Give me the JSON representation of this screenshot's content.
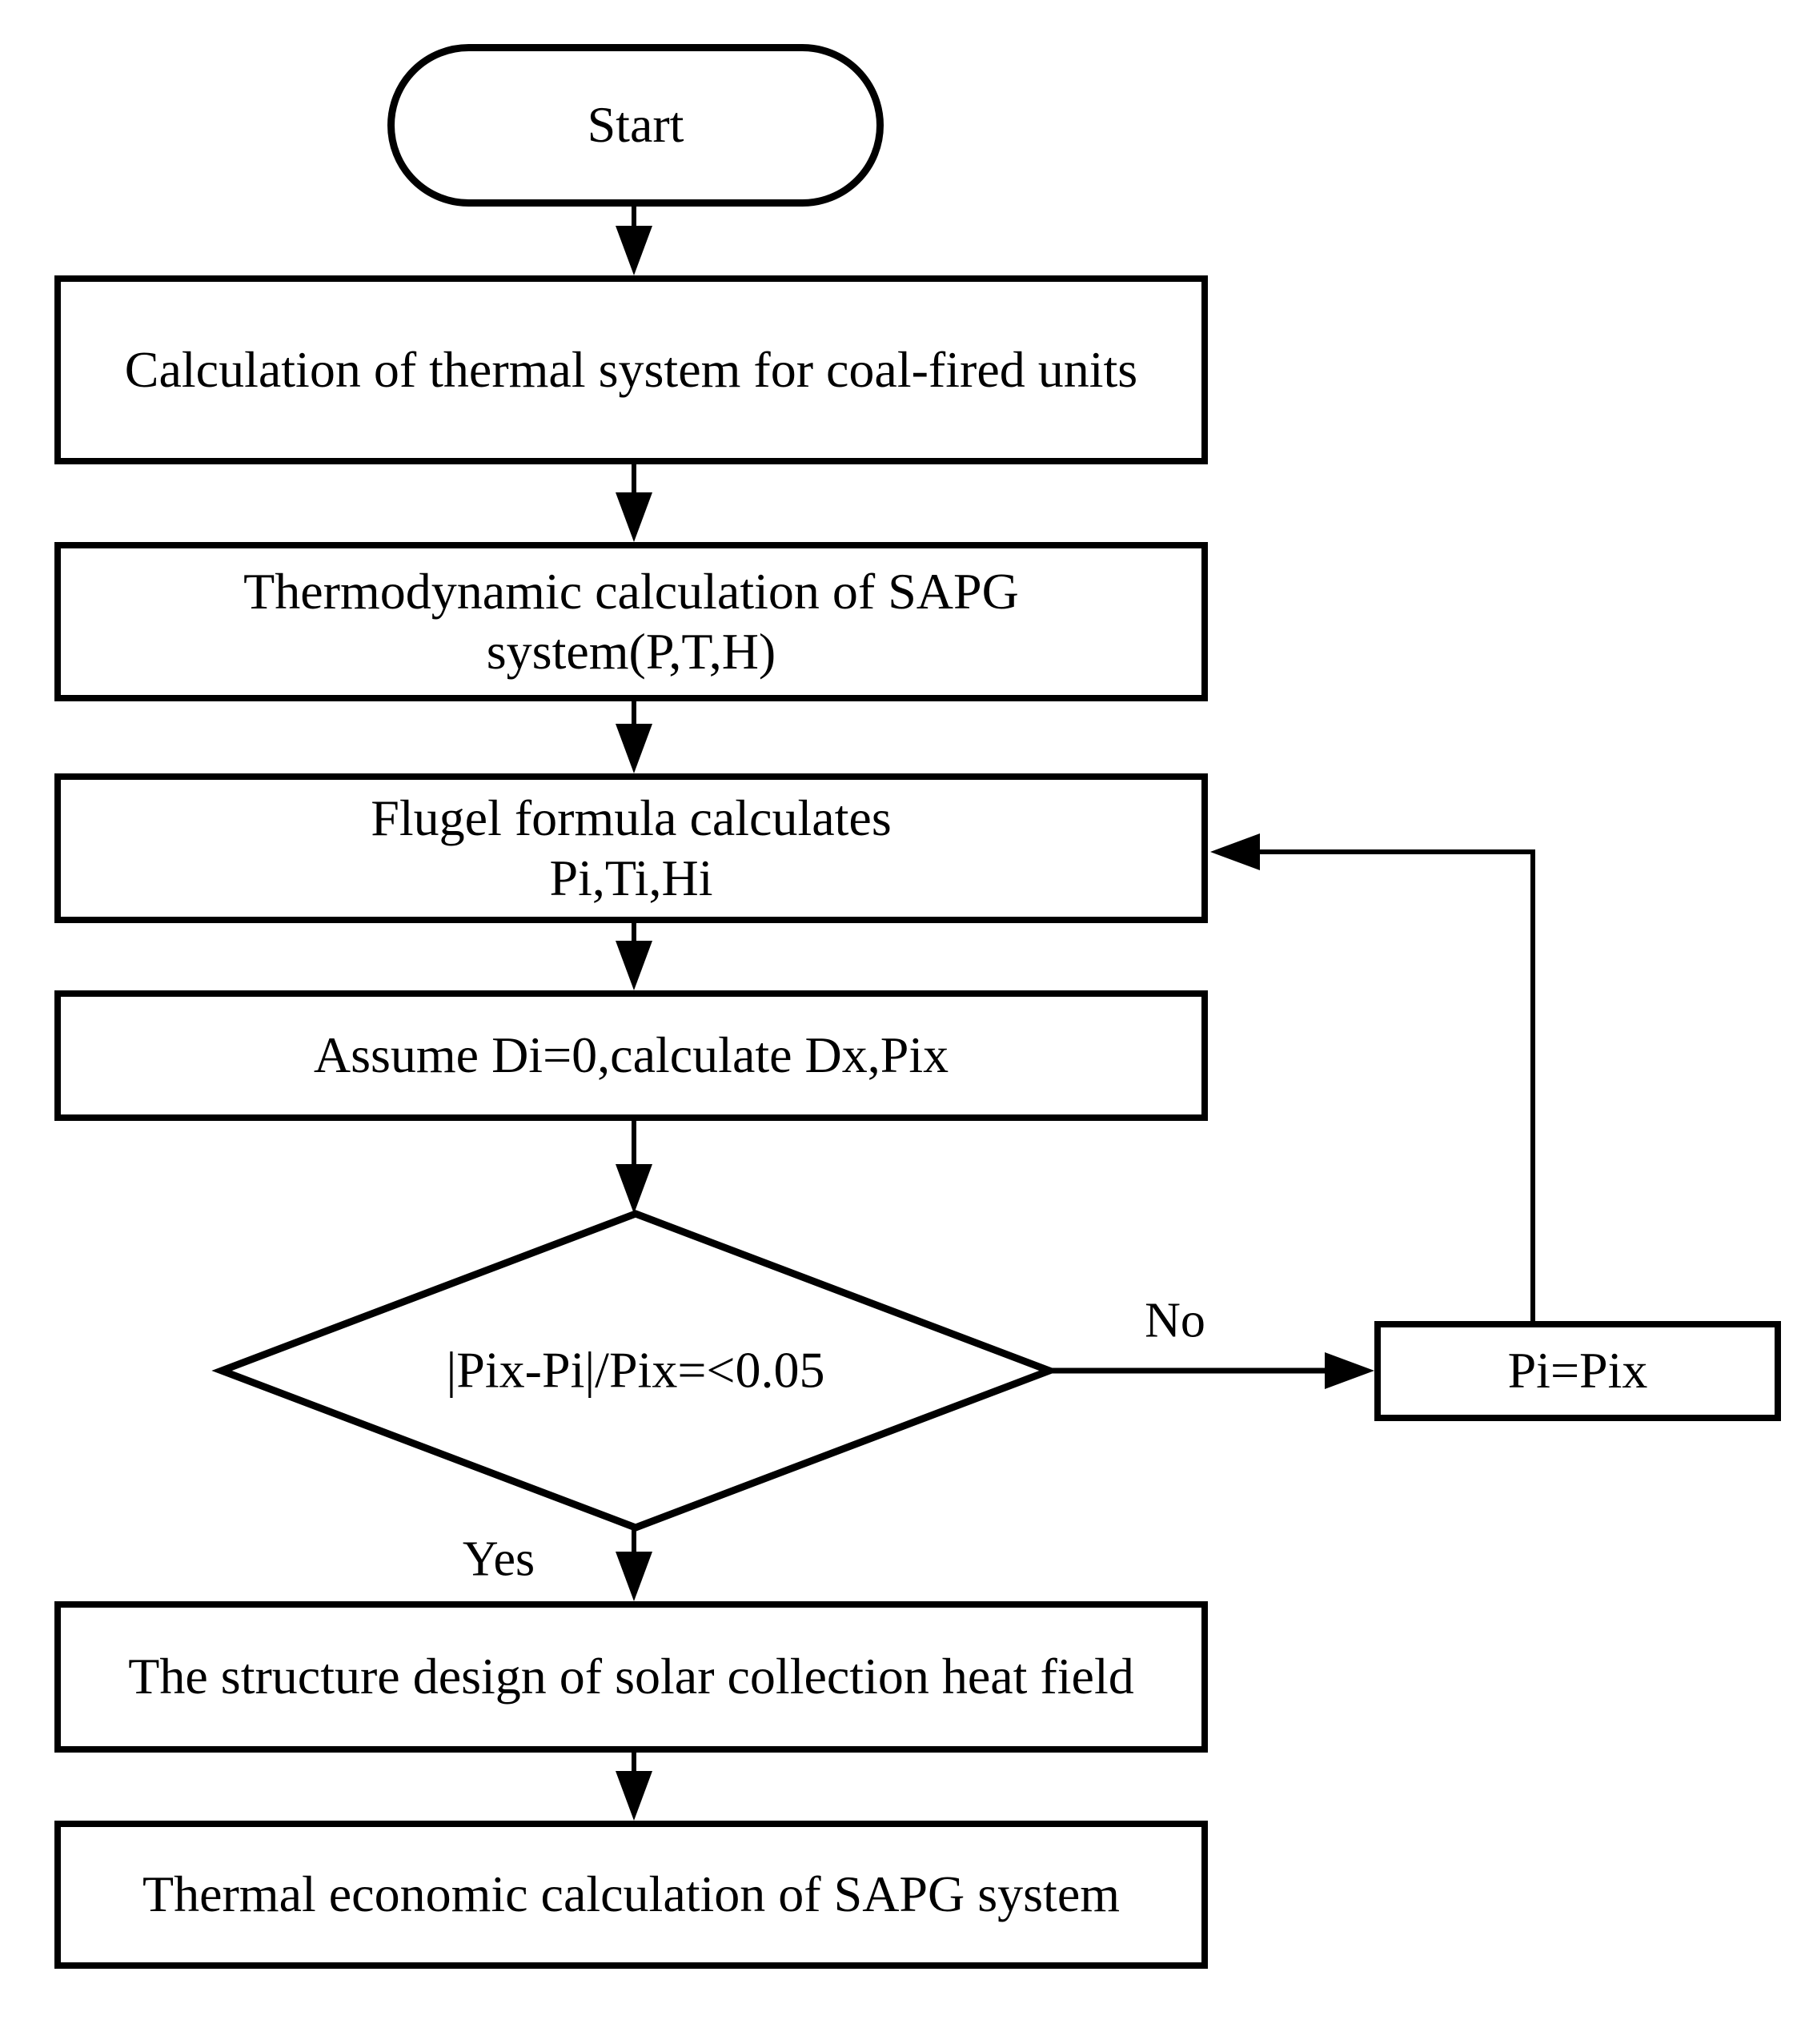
{
  "diagram": {
    "colors": {
      "line": "#000000",
      "background": "#ffffff",
      "text": "#000000"
    },
    "nodes": {
      "start": {
        "label": "Start",
        "type": "terminator"
      },
      "step1": {
        "label": "Calculation of thermal system for coal-fired units",
        "type": "process"
      },
      "step2": {
        "label": "Thermodynamic calculation of SAPG\nsystem(P,T,H)",
        "type": "process"
      },
      "step3": {
        "label": "Flugel formula calculates\nPi,Ti,Hi",
        "type": "process"
      },
      "step4": {
        "label": "Assume Di=0,calculate Dx,Pix",
        "type": "process"
      },
      "decision": {
        "label": "|Pix-Pi|/Pix=<0.05",
        "type": "decision"
      },
      "assign": {
        "label": "Pi=Pix",
        "type": "process"
      },
      "step5": {
        "label": "The structure design of solar collection heat field",
        "type": "process"
      },
      "step6": {
        "label": "Thermal economic calculation of SAPG system",
        "type": "process"
      }
    },
    "edge_labels": {
      "yes": "Yes",
      "no": "No"
    }
  }
}
